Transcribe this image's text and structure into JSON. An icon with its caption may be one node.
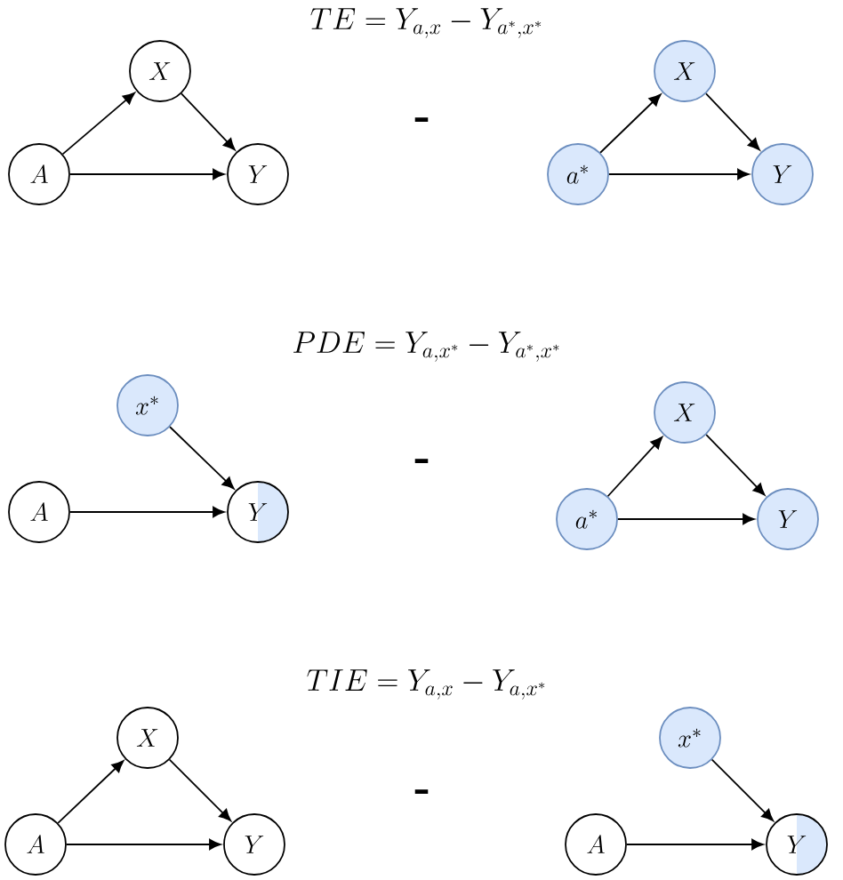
{
  "diagram": {
    "nodes": [
      {
        "text": [
          "X"
        ]
      },
      {
        "text": [
          "A"
        ]
      },
      {
        "text": [
          "Y"
        ]
      },
      {
        "text": [
          "X"
        ]
      },
      {
        "text": [
          "a^*"
        ]
      },
      {
        "text": [
          "Y"
        ]
      },
      {
        "text": [
          "x^*"
        ]
      },
      {
        "text": [
          "A"
        ]
      },
      {
        "text": [
          "Y"
        ]
      },
      {
        "text": [
          "X"
        ]
      },
      {
        "text": [
          "a^*"
        ]
      },
      {
        "text": [
          "Y"
        ]
      },
      {
        "text": [
          "X"
        ]
      },
      {
        "text": [
          "A"
        ]
      },
      {
        "text": [
          "Y"
        ]
      },
      {
        "text": [
          "x^*"
        ]
      },
      {
        "text": [
          "A"
        ]
      },
      {
        "text": [
          "Y"
        ]
      }
    ],
    "edges": [
      {
        "from": 1,
        "to": 0,
        "arrow": "to"
      },
      {
        "from": 0,
        "to": 2,
        "arrow": "to"
      },
      {
        "from": 1,
        "to": 2,
        "arrow": "to"
      },
      {
        "from": 4,
        "to": 3,
        "arrow": "to"
      },
      {
        "from": 3,
        "to": 5,
        "arrow": "to"
      },
      {
        "from": 4,
        "to": 5,
        "arrow": "to"
      },
      {
        "from": 6,
        "to": 8,
        "arrow": "to"
      },
      {
        "from": 7,
        "to": 8,
        "arrow": "to"
      },
      {
        "from": 10,
        "to": 9,
        "arrow": "to"
      },
      {
        "from": 9,
        "to": 11,
        "arrow": "to"
      },
      {
        "from": 10,
        "to": 11,
        "arrow": "to"
      },
      {
        "from": 13,
        "to": 12,
        "arrow": "to"
      },
      {
        "from": 12,
        "to": 14,
        "arrow": "to"
      },
      {
        "from": 13,
        "to": 14,
        "arrow": "to"
      },
      {
        "from": 15,
        "to": 17,
        "arrow": "to"
      },
      {
        "from": 16,
        "to": 17,
        "arrow": "to"
      }
    ],
    "labels": [
      "TE = Y_{a,x} - Y_{a^*,x^*}",
      "-",
      "PDE = Y_{a,x^*} - Y_{a^*,x^*}",
      "-",
      "TIE = Y_{a,x} - Y_{a,x^*}",
      "-"
    ]
  }
}
